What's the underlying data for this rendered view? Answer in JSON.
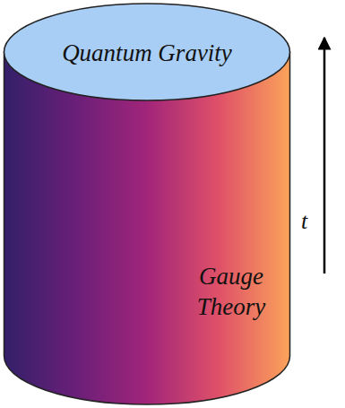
{
  "diagram": {
    "nodes": [
      {
        "text": [
          "Quantum Gravity"
        ]
      },
      {
        "text": [
          "Gauge Theory"
        ]
      }
    ],
    "labels": [
      "t"
    ]
  }
}
